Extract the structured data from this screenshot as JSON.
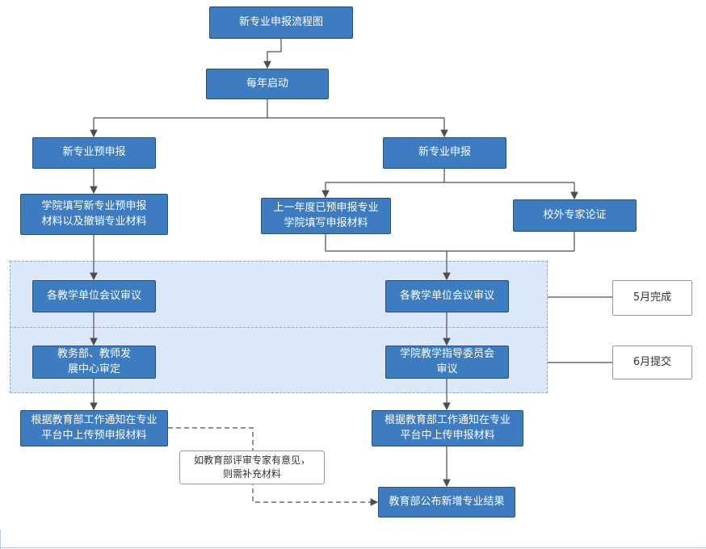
{
  "diagram": {
    "type": "flowchart",
    "title": "新专业申报流程图",
    "nodes": {
      "title": "新专业申报流程图",
      "start": "每年启动",
      "pre_apply": "新专业预申报",
      "apply": "新专业申报",
      "college_pre_materials": "学院填写新专业预申报材料以及撤销专业材料",
      "prev_year_filled": "上一年度已预申报专业学院填写申报材料",
      "external_experts": "校外专家论证",
      "unit_review_left": "各教学单位会议审议",
      "unit_review_right": "各教学单位会议审议",
      "academic_affairs_review": "教务部、教师发展中心审定",
      "college_committee_review": "学院教学指导委员会审议",
      "upload_pre_materials": "根据教育部工作通知在专业平台中上传预申报材料",
      "upload_apply_materials": "根据教育部工作通知在专业平台中上传申报材料",
      "supplement_note": "如教育部评审专家有意见，则需补充材料",
      "publish_result": "教育部公布新增专业结果",
      "milestone_may": "5月完成",
      "milestone_june": "6月提交"
    },
    "colors": {
      "node_fill": "#3d7cc0",
      "node_border": "#26507e",
      "node_text": "#ffffff",
      "region_fill": "#dbe8fa",
      "region_border": "#8aa7cc",
      "note_border": "#999999",
      "line_color": "#4d4d4d"
    }
  }
}
